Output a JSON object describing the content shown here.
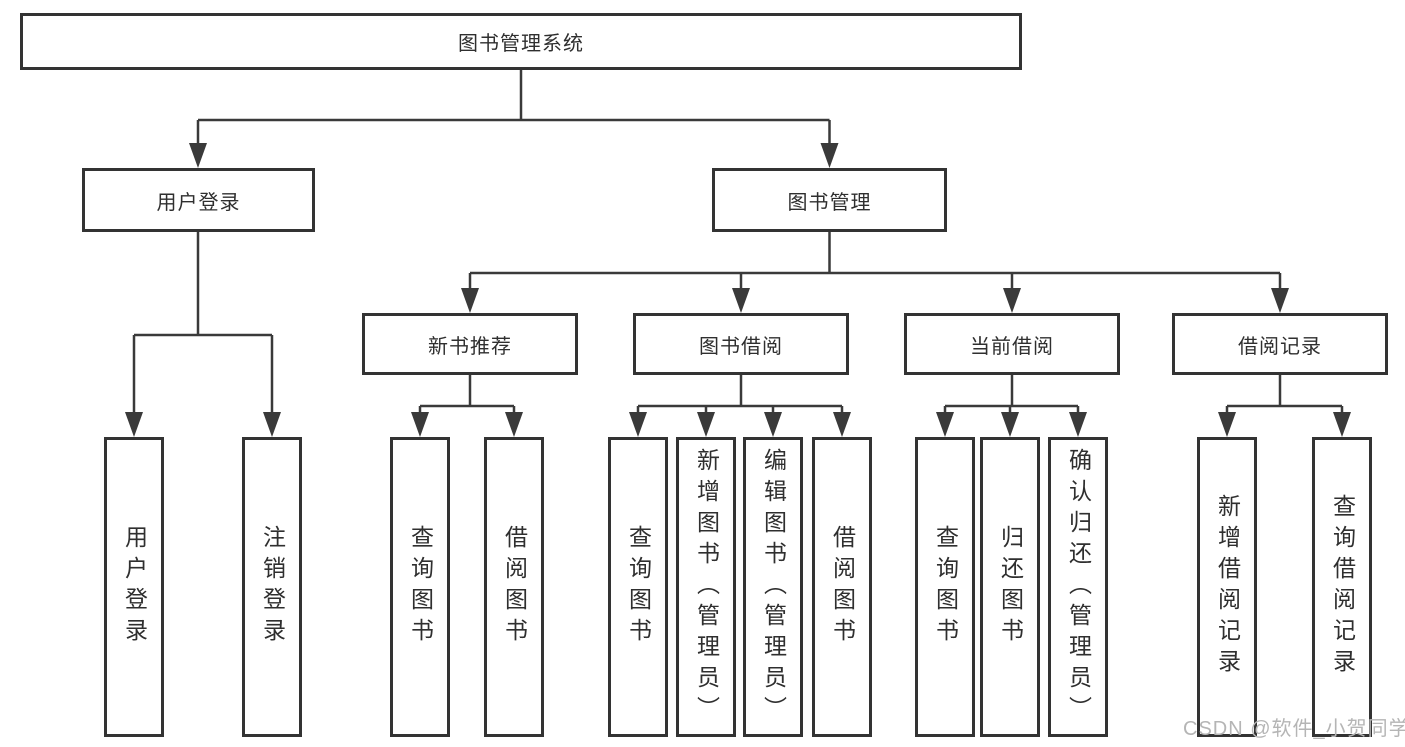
{
  "diagram": {
    "title": "图书管理系统",
    "level2": [
      {
        "label": "用户登录"
      },
      {
        "label": "图书管理"
      }
    ],
    "level3": [
      {
        "label": "新书推荐"
      },
      {
        "label": "图书借阅"
      },
      {
        "label": "当前借阅"
      },
      {
        "label": "借阅记录"
      }
    ],
    "leaves": [
      {
        "label": "用户登录"
      },
      {
        "label": "注销登录"
      },
      {
        "label": "查询图书"
      },
      {
        "label": "借阅图书"
      },
      {
        "label": "查询图书"
      },
      {
        "label": "新增图书（管理员）"
      },
      {
        "label": "编辑图书（管理员）"
      },
      {
        "label": "借阅图书"
      },
      {
        "label": "查询图书"
      },
      {
        "label": "归还图书"
      },
      {
        "label": "确认归还（管理员）"
      },
      {
        "label": "新增借阅记录"
      },
      {
        "label": "查询借阅记录"
      }
    ],
    "watermark": "CSDN @软件_小贺同学",
    "colors": {
      "line": "#3a3a3a",
      "border": "#333333",
      "text": "#2f2f2f",
      "watermark": "#b5b5b5",
      "background": "#ffffff"
    }
  }
}
